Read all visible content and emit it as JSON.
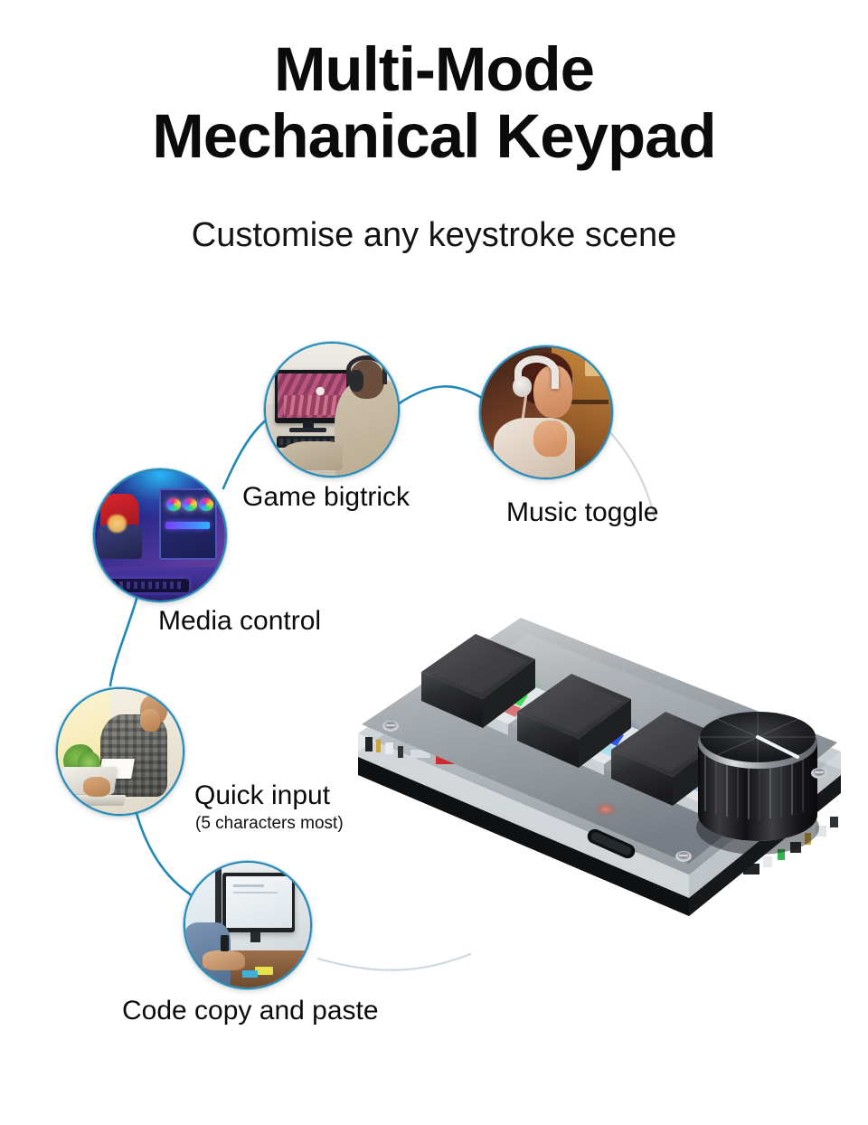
{
  "page": {
    "background_color": "#ffffff",
    "accent_color": "#2089b8"
  },
  "header": {
    "title_line1": "Multi-Mode",
    "title_line2": "Mechanical Keypad",
    "subtitle": "Customise any keystroke scene"
  },
  "features": [
    {
      "id": "game",
      "label": "Game bigtrick",
      "sublabel": "",
      "photo_name": "gamer-at-monitor-photo",
      "photo_alt": "Person wearing headphones playing a game on a desktop monitor"
    },
    {
      "id": "music",
      "label": "Music toggle",
      "sublabel": "",
      "photo_name": "woman-with-headphones-photo",
      "photo_alt": "Woman wearing white headphones listening to music in warm light"
    },
    {
      "id": "media",
      "label": "Media control",
      "sublabel": "",
      "photo_name": "rgb-gaming-pc-photo",
      "photo_alt": "RGB-lit gaming PC tower and desk with purple and blue lighting"
    },
    {
      "id": "quick",
      "label": "Quick input",
      "sublabel": "(5 characters most)",
      "photo_name": "man-typing-laptop-photo",
      "photo_alt": "Man in plaid shirt typing on a laptop at a bright desk"
    },
    {
      "id": "code",
      "label": "Code copy and paste",
      "sublabel": "",
      "photo_name": "office-desk-monitor-photo",
      "photo_alt": "Person at an office desk in front of a large monitor"
    }
  ],
  "product": {
    "name": "Multi-Mode Mechanical Keypad",
    "case_material": "transparent acrylic",
    "keycap_count": 3,
    "keycap_color": "#2b2b2d",
    "knob_label": "rotary volume knob",
    "knob_color": "#18181a",
    "port": "USB-C",
    "key_rgb_colors": [
      "#2fe04a",
      "#1f4ff5",
      "#5a3cf0"
    ],
    "screw_color": "#c9cdd2"
  }
}
